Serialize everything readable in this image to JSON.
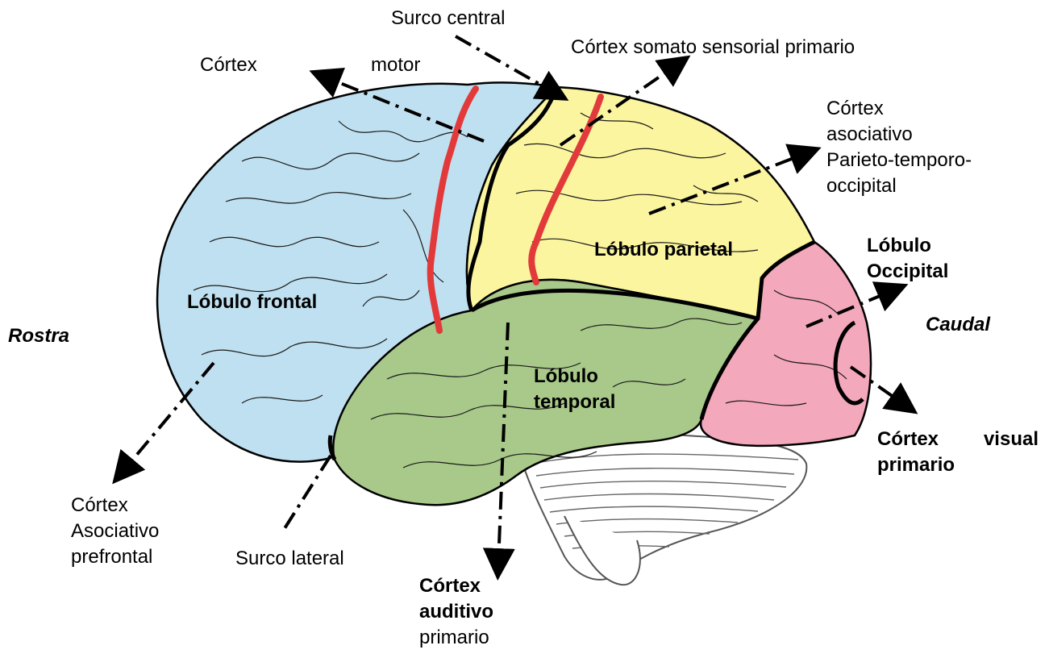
{
  "labels": {
    "surco_central": "Surco central",
    "cortex_somato": "Córtex somato sensorial primario",
    "cortex_motor_1": "Córtex",
    "cortex_motor_2": "motor",
    "cortex_asoc_pto_1": "Córtex",
    "cortex_asoc_pto_2": "asociativo",
    "cortex_asoc_pto_3": "Parieto-temporo-",
    "cortex_asoc_pto_4": "occipital",
    "lobulo_parietal": "Lóbulo parietal",
    "lobulo_occipital_1": "Lóbulo",
    "lobulo_occipital_2": "Occipital",
    "lobulo_frontal": "Lóbulo frontal",
    "rostra": "Rostra",
    "caudal": "Caudal",
    "lobulo_temporal_1": "Lóbulo",
    "lobulo_temporal_2": "temporal",
    "cortex_visual_1": "Córtex",
    "cortex_visual_2": "visual",
    "cortex_visual_3": "primario",
    "cortex_prefrontal_1": "Córtex",
    "cortex_prefrontal_2": "Asociativo",
    "cortex_prefrontal_3": "prefrontal",
    "surco_lateral": "Surco lateral",
    "cortex_auditivo_1": "Córtex",
    "cortex_auditivo_2": "auditivo",
    "cortex_auditivo_3": "primario"
  },
  "colors": {
    "frontal": "#bfe0f0",
    "parietal": "#fbf5a0",
    "temporal": "#a8c98a",
    "occipital": "#f4a8bc",
    "cerebellum": "#ffffff",
    "motor_strip": "#e23a3a",
    "outline": "#000000"
  }
}
